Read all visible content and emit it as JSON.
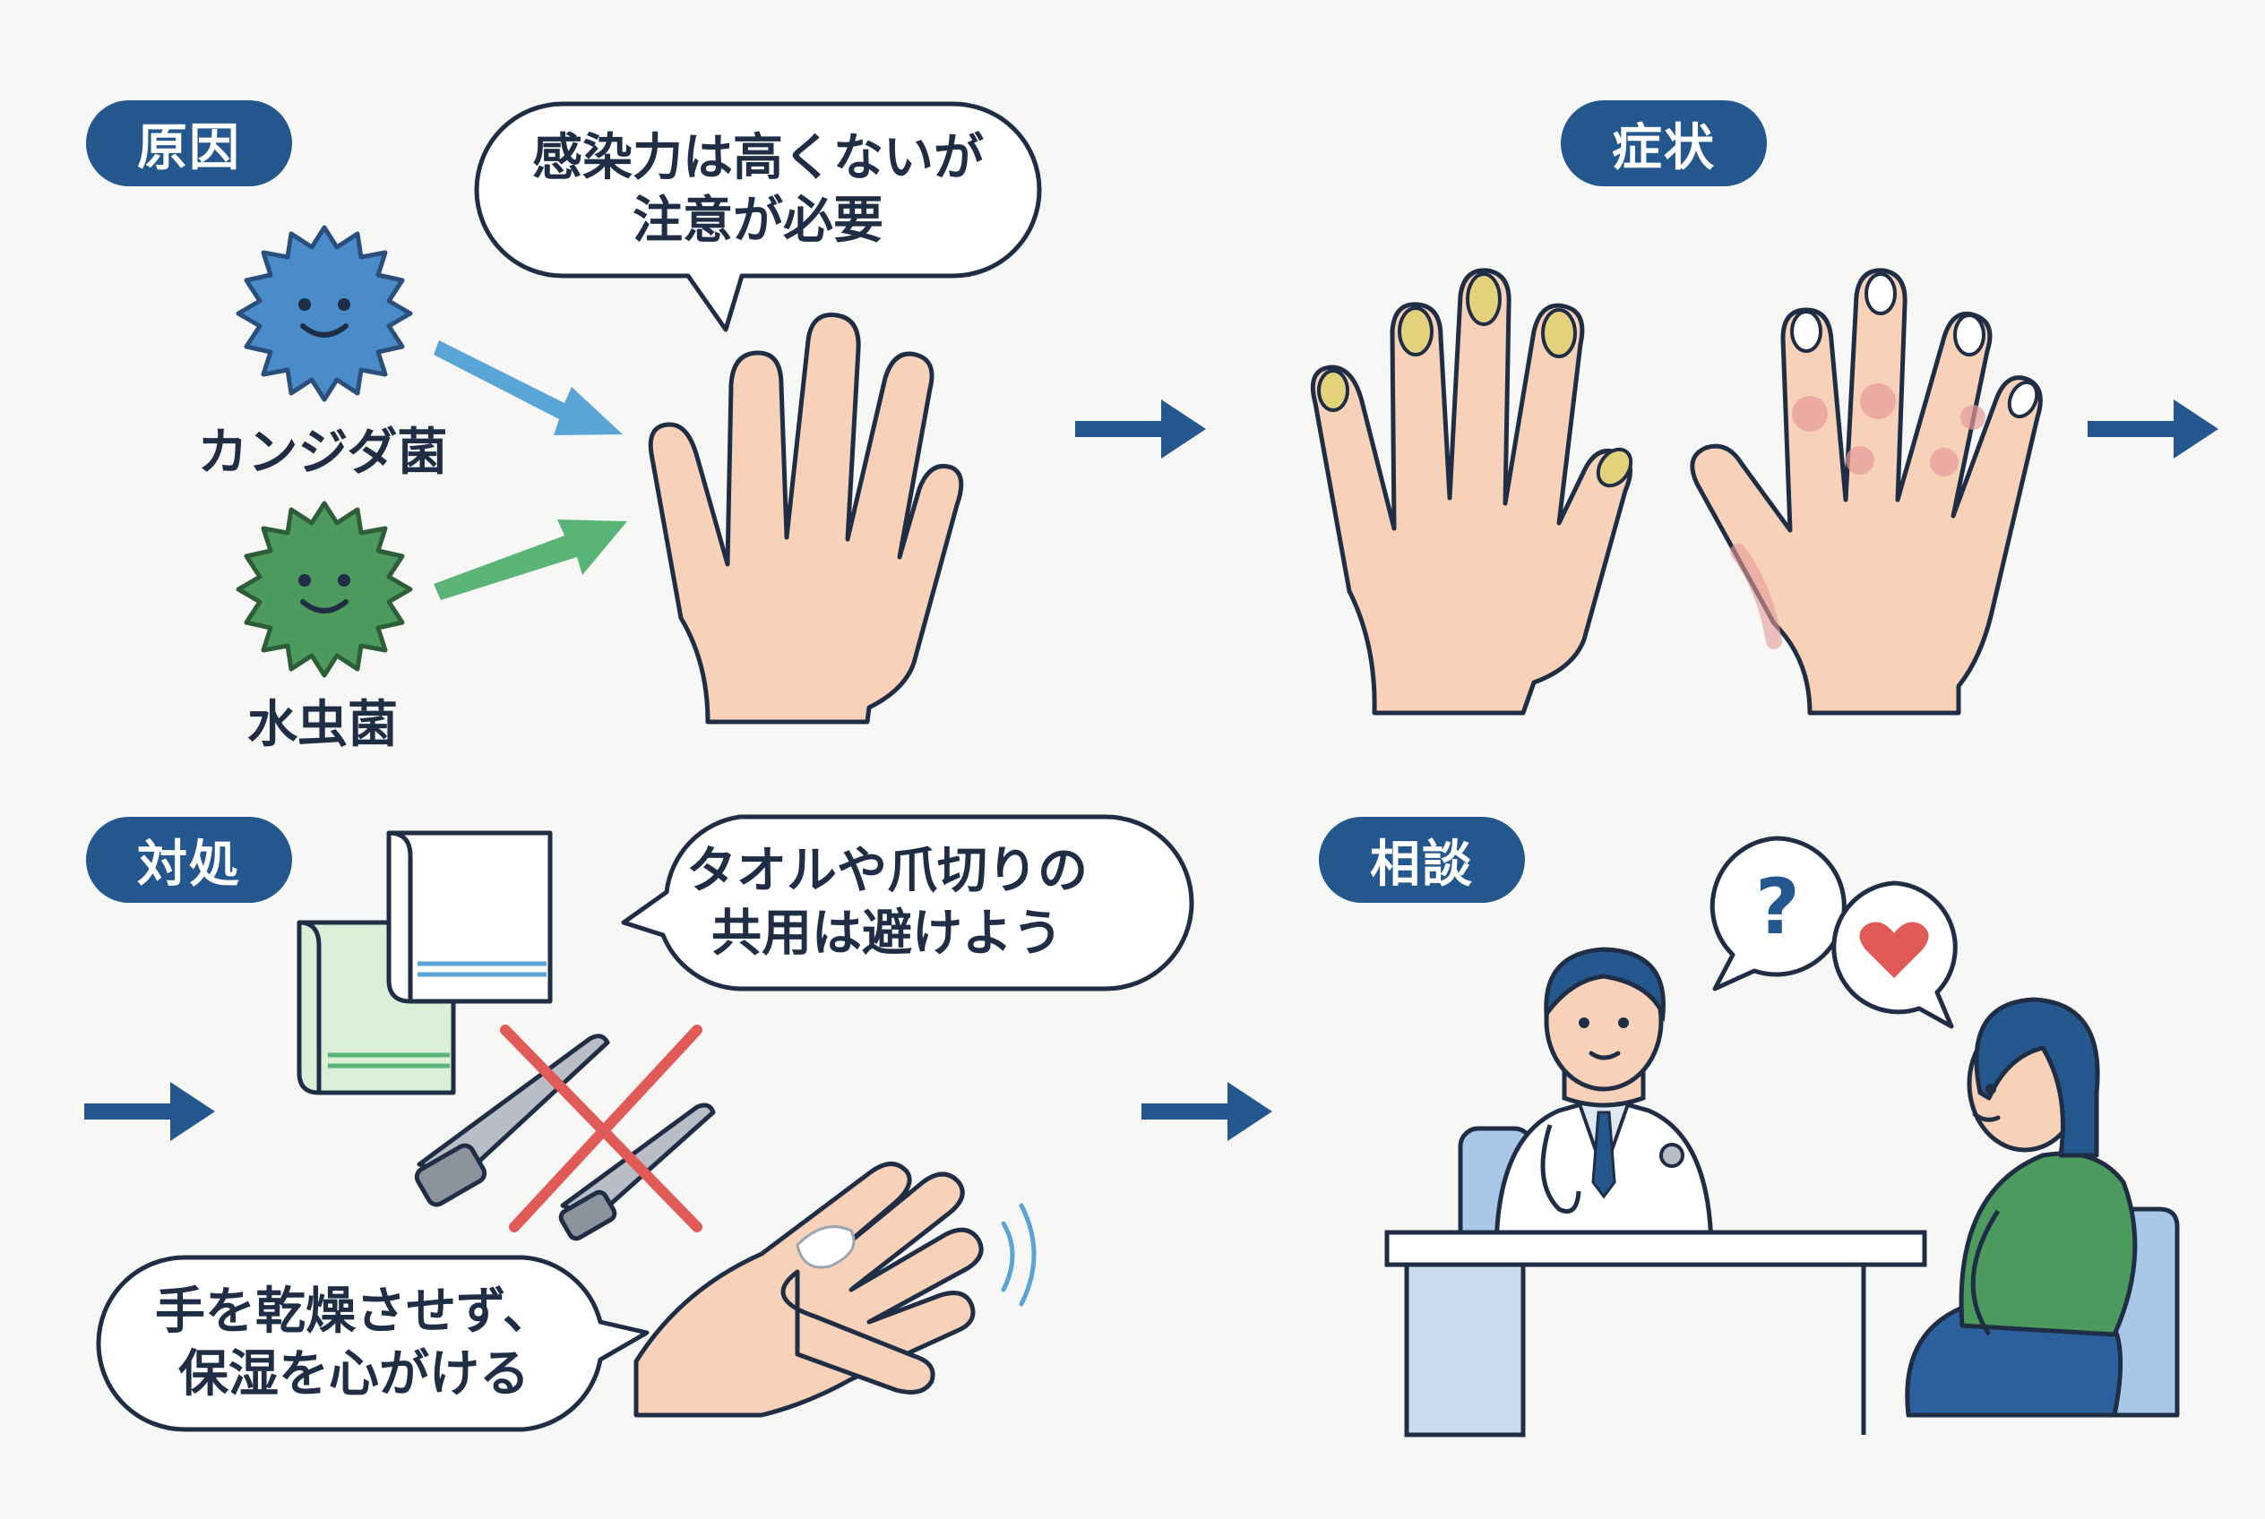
{
  "sections": {
    "cause": "原因",
    "symptoms": "症状",
    "care": "対処",
    "consult": "相談"
  },
  "cause": {
    "bubble_line1": "感染力は高くないが",
    "bubble_line2": "注意が必要",
    "fungus1": "カンジダ菌",
    "fungus2": "水虫菌",
    "fungus1_color": "#4a8cc9",
    "fungus2_color": "#4c9a5e"
  },
  "care": {
    "bubble1_line1": "タオルや爪切りの",
    "bubble1_line2": "共用は避けよう",
    "bubble2_line1": "手を乾燥させず、",
    "bubble2_line2": "保湿を心がける"
  },
  "consult": {
    "question_glyph": "?",
    "heart": "heart-icon"
  },
  "colors": {
    "navy": "#23578e",
    "outline": "#1f2e45",
    "skin": "#f8d2b8",
    "red_x": "#e05a57"
  }
}
